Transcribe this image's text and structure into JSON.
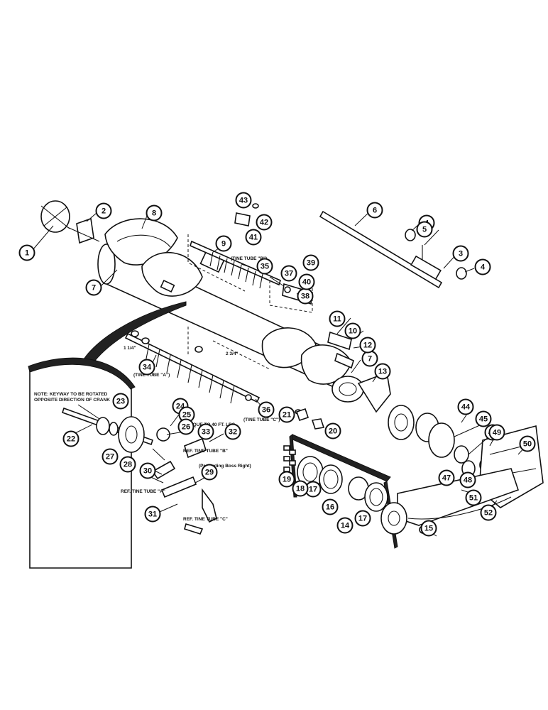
{
  "notes": {
    "keyway_line1": "NOTE: KEYWAY TO BE ROTATED",
    "keyway_line2": "OPPOSITE DIRECTION OF CRANK",
    "tine_tube_a": "(TINE TUBE \"A\")",
    "tine_tube_b": "(TINE TUBE \"B\")",
    "tine_tube_c": "(TINE TUBE \"C\")",
    "torque": "TORQUE TO 40 FT. LBS.",
    "ref_tine_tube_b": "REF. TINE TUBE \"B\"",
    "ref_tine_tube_a": "REF. TINE TUBE \"A\"",
    "ref_tine_tube_c": "REF. TINE TUBE \"C\"",
    "protruding": "(Protruding Boss Right)",
    "dim_1_4": "1 1/4\"",
    "dim_2_3_4": "2 3/4\""
  },
  "callouts": [
    "1",
    "2",
    "3",
    "4",
    "4",
    "5",
    "6",
    "7",
    "7",
    "8",
    "9",
    "10",
    "11",
    "12",
    "13",
    "14",
    "15",
    "16",
    "17",
    "17",
    "18",
    "19",
    "20",
    "21",
    "22",
    "23",
    "24",
    "25",
    "26",
    "27",
    "28",
    "29",
    "30",
    "31",
    "32",
    "33",
    "34",
    "35",
    "36",
    "37",
    "38",
    "39",
    "40",
    "41",
    "42",
    "43",
    "44",
    "45",
    "46",
    "47",
    "48",
    "49",
    "50",
    "51",
    "52"
  ]
}
